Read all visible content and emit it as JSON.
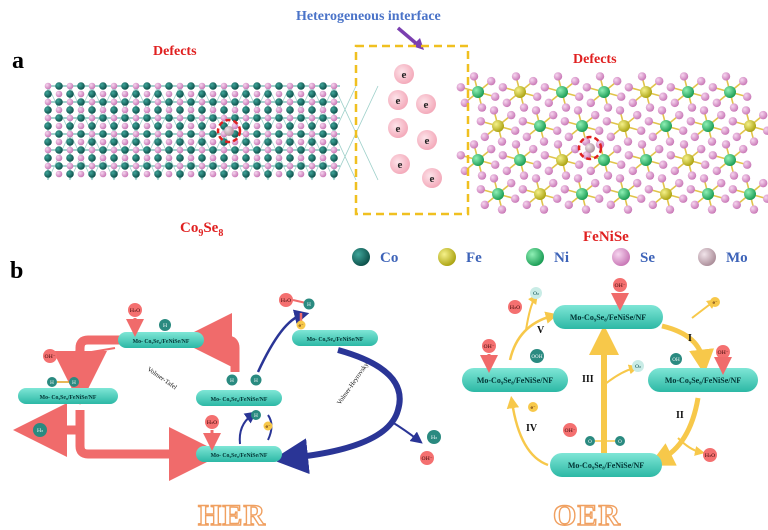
{
  "panel_a": {
    "label": "a",
    "interface_label": "Heterogeneous interface",
    "defects_left": "Defects",
    "defects_right": "Defects",
    "electron": "e",
    "co9se8": {
      "main": "Co",
      "sub1": "9",
      "mid": "Se",
      "sub2": "8"
    },
    "feni": "FeNiSe"
  },
  "legend": {
    "items": [
      {
        "label": "Co",
        "color": "#0f5e56"
      },
      {
        "label": "Fe",
        "color": "#c9c21e"
      },
      {
        "label": "Ni",
        "color": "#2bb56a"
      },
      {
        "label": "Se",
        "color": "#d98bc7"
      },
      {
        "label": "Mo",
        "color": "#c4a9b4"
      }
    ]
  },
  "panel_b": {
    "label": "b",
    "catalyst": "Mo-Co₉Se₈/FeNiSe/NF",
    "catalyst_short": "Mo- Co₉Se₈/FeNiSe/NF",
    "h2o": "H₂O",
    "h": "H",
    "oh_minus": "OH⁻",
    "h2": "H₂",
    "e": "e⁻",
    "volmer_tafel": "Volmer-Tafel",
    "volmer_heyrovsky": "Volmer-Heyrovsky",
    "o2": "O₂",
    "oh_ads": "OH",
    "ooh": "OOH",
    "o": "O",
    "steps": [
      "I",
      "II",
      "III",
      "IV",
      "V"
    ],
    "her": "HER",
    "oer": "OER"
  }
}
